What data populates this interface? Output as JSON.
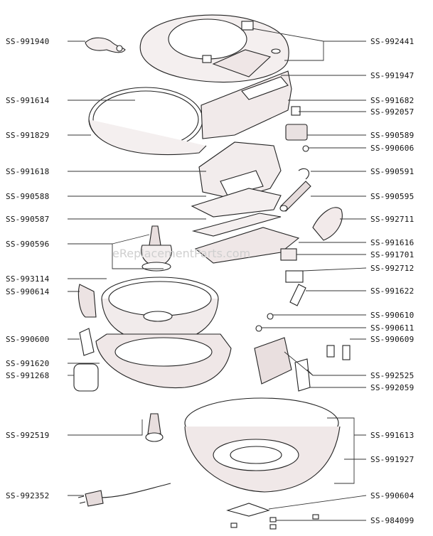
{
  "diagram": {
    "watermark": "eReplacementParts.com",
    "left_labels": [
      "SS-991940",
      "SS-991614",
      "SS-991829",
      "SS-991618",
      "SS-990588",
      "SS-990587",
      "SS-990596",
      "SS-993114",
      "SS-990614",
      "SS-990600",
      "SS-991620",
      "SS-991268",
      "SS-992519",
      "SS-992352"
    ],
    "right_labels": [
      "SS-992441",
      "SS-991947",
      "SS-991682",
      "SS-992057",
      "SS-990589",
      "SS-990606",
      "SS-990591",
      "SS-990595",
      "SS-992711",
      "SS-991616",
      "SS-991701",
      "SS-992712",
      "SS-991622",
      "SS-990610",
      "SS-990611",
      "SS-990609",
      "SS-992525",
      "SS-992059",
      "SS-991613",
      "SS-991927",
      "SS-990604",
      "SS-984099"
    ]
  }
}
